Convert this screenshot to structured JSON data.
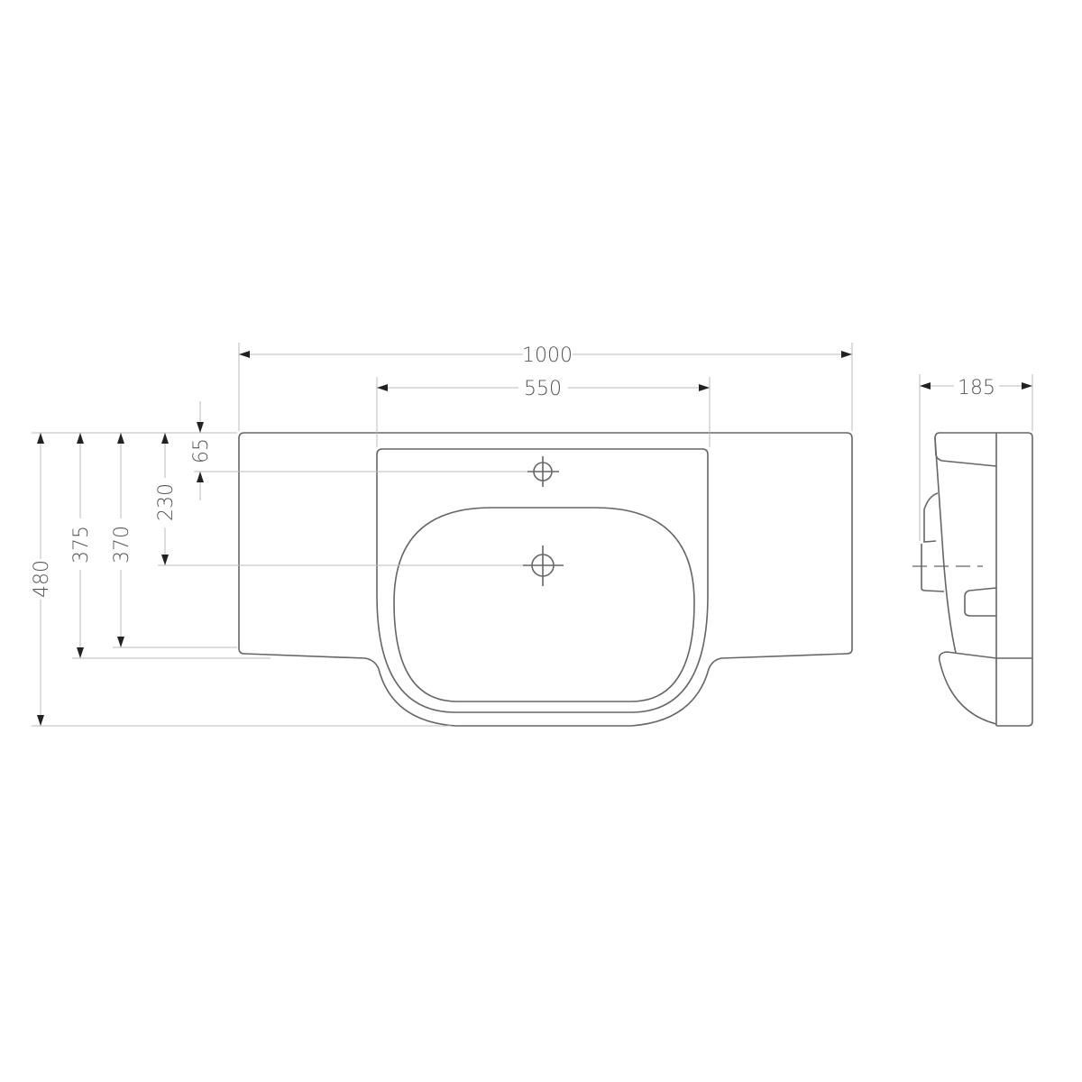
{
  "drawing": {
    "title": "Washbasin dimension drawing",
    "units": "mm",
    "dimensions": {
      "overall_width": "1000",
      "basin_width": "550",
      "depth_side": "185",
      "overall_depth": "480",
      "wing_depth": "375",
      "wing_depth_inner": "370",
      "drain_offset": "230",
      "tap_hole_offset": "65"
    },
    "colors": {
      "line": "#666666",
      "dimension_line": "#bbbbbb",
      "text": "#555555"
    }
  }
}
